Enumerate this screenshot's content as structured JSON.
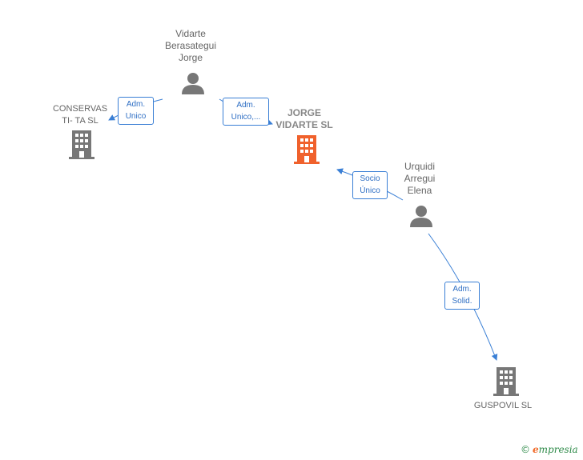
{
  "nodes": {
    "vidarte": {
      "name": "Vidarte\nBerasategui\nJorge",
      "type": "person-icon"
    },
    "conservas": {
      "name": "CONSERVAS\nTI- TA  SL",
      "type": "building-icon"
    },
    "jorge_vidarte": {
      "name": "JORGE\nVIDARTE  SL",
      "type": "building-icon",
      "color": "#f0612c"
    },
    "urquidi": {
      "name": "Urquidi\nArregui\nElena",
      "type": "person-icon"
    },
    "guspovil": {
      "name": "GUSPOVIL  SL",
      "type": "building-icon"
    }
  },
  "edges": {
    "e1": {
      "line1": "Adm.",
      "line2": "Unico"
    },
    "e2": {
      "line1": "Adm.",
      "line2": "Unico,..."
    },
    "e3": {
      "line1": "Socio",
      "line2": "Único"
    },
    "e4": {
      "line1": "Adm.",
      "line2": "Solid."
    }
  },
  "colors": {
    "edge": "#3a7fd5",
    "node": "#777777",
    "highlight": "#f0612c"
  },
  "brand": {
    "copyright": "©",
    "initial": "e",
    "rest": "mpresia"
  }
}
